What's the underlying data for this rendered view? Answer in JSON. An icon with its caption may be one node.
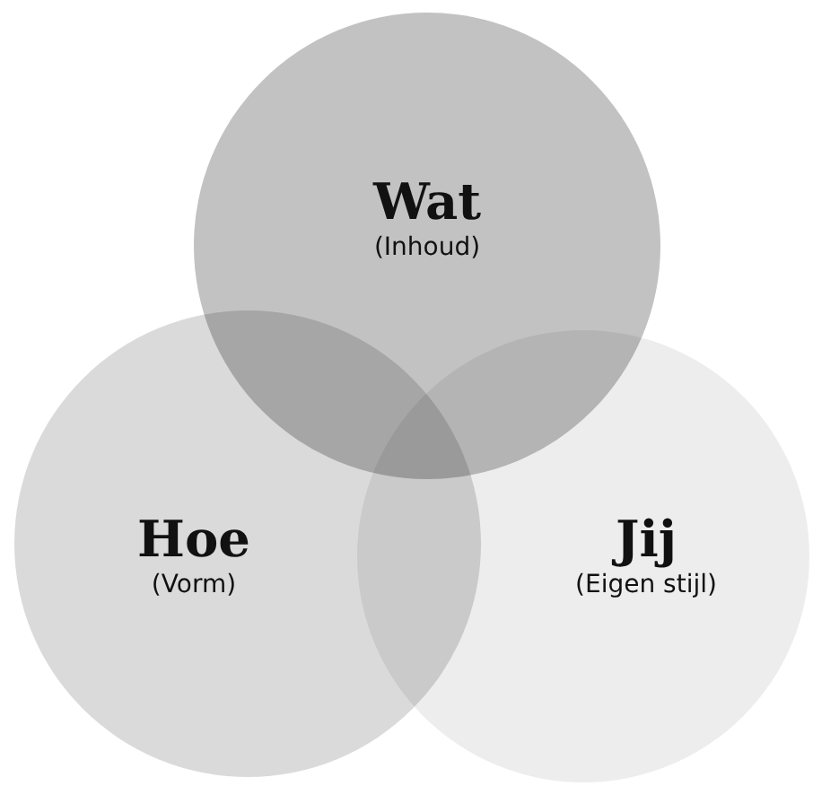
{
  "diagram": {
    "nodes": [
      {
        "text": [
          "Wat",
          "(Inhoud)"
        ]
      },
      {
        "text": [
          "Hoe",
          "(Vorm)"
        ]
      },
      {
        "text": [
          "Jij",
          "(Eigen stijl)"
        ]
      }
    ]
  }
}
